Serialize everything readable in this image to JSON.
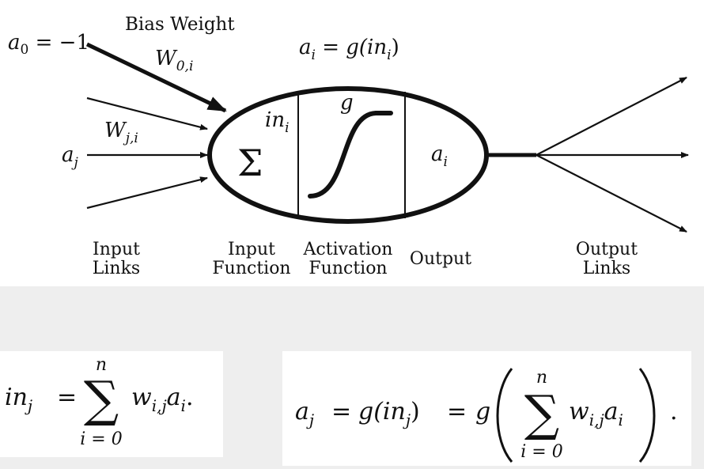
{
  "diagram": {
    "bias_label": "Bias Weight",
    "a0_label": "a",
    "a0_sub": "0",
    "a0_eq": " = −1",
    "w0i_label": "W",
    "w0i_sub": "0,i",
    "wji_label": "W",
    "wji_sub": "j,i",
    "aj_label": "a",
    "aj_sub": "j",
    "top_formula_a": "a",
    "top_formula_a_sub": "i",
    "top_formula_rest": " = g(in",
    "top_formula_in_sub": "i",
    "top_formula_close": ")",
    "in_label": "in",
    "in_sub": "i",
    "sigma": "Σ",
    "g_label": "g",
    "ai_label": "a",
    "ai_sub": "i",
    "input_links": [
      "Input",
      "Links"
    ],
    "input_function": [
      "Input",
      "Function"
    ],
    "activation_function": [
      "Activation",
      "Function"
    ],
    "output": "Output",
    "output_links": [
      "Output",
      "Links"
    ]
  },
  "formula_left": {
    "lhs": "in",
    "lhs_sub": "j",
    "eq": "=",
    "sum_upper": "n",
    "sum_lower": "i = 0",
    "sigma": "∑",
    "term": "w",
    "term_sub": "i,j",
    "term_a": "a",
    "term_a_sub": "i",
    "end": "."
  },
  "formula_right": {
    "lhs": "a",
    "lhs_sub": "j",
    "eq1": "=",
    "mid": "g(in",
    "mid_sub": "j",
    "mid_close": ")",
    "eq2": "=",
    "g": "g",
    "sum_upper": "n",
    "sum_lower": "i = 0",
    "sigma": "∑",
    "term": "w",
    "term_sub": "i,j",
    "term_a": "a",
    "term_a_sub": "i",
    "end": "."
  }
}
